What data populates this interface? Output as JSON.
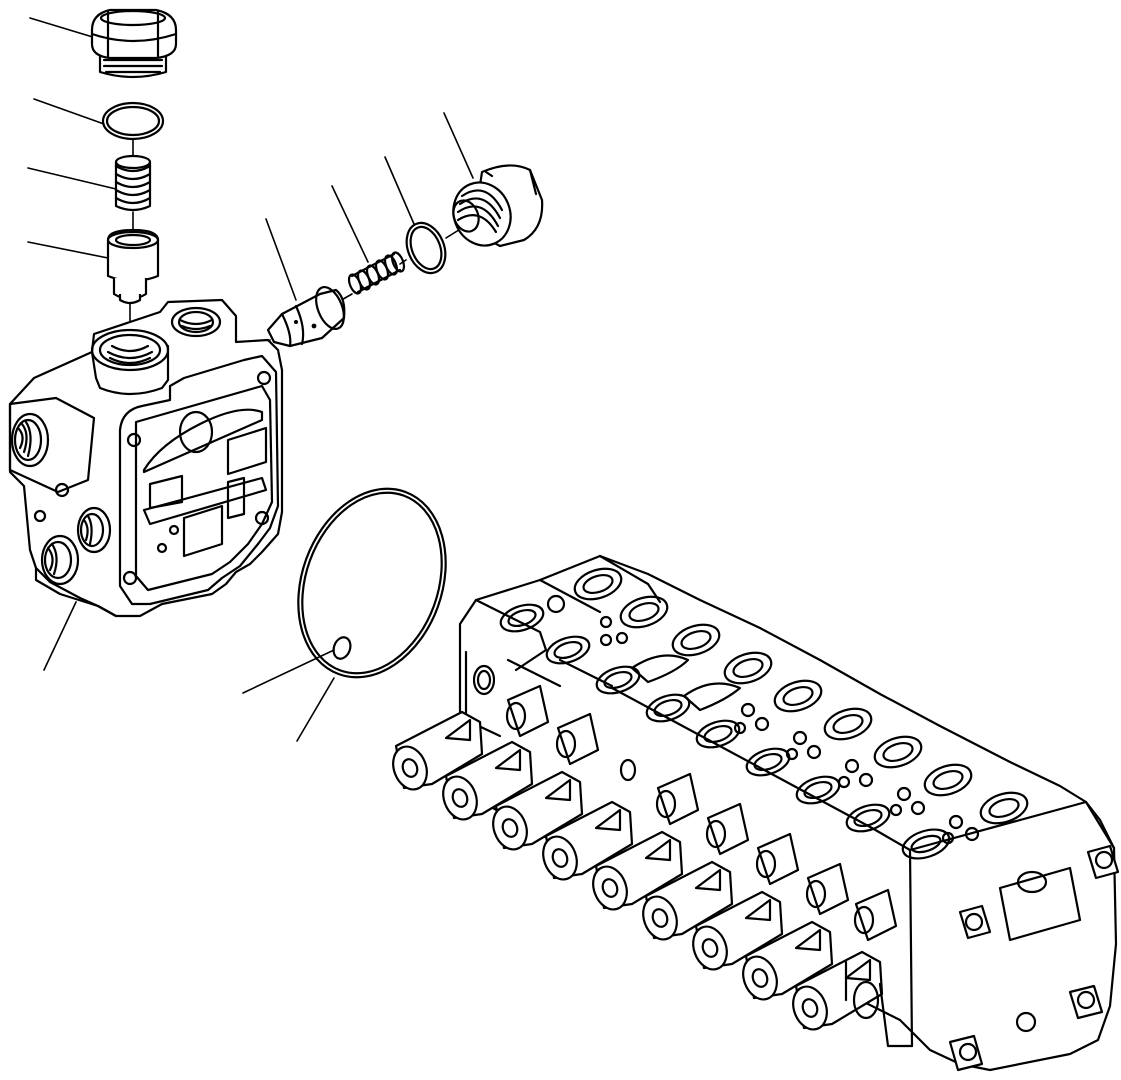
{
  "diagram": {
    "kind": "exploded-parts-view",
    "line_color": "#000000",
    "background": "#ffffff",
    "components": [
      "plug",
      "o-ring",
      "spring",
      "valve",
      "plug-side",
      "o-ring-side",
      "spring-side",
      "poppet-side",
      "valve-body",
      "gasket-large",
      "o-ring-small",
      "control-valve-assembly"
    ]
  }
}
